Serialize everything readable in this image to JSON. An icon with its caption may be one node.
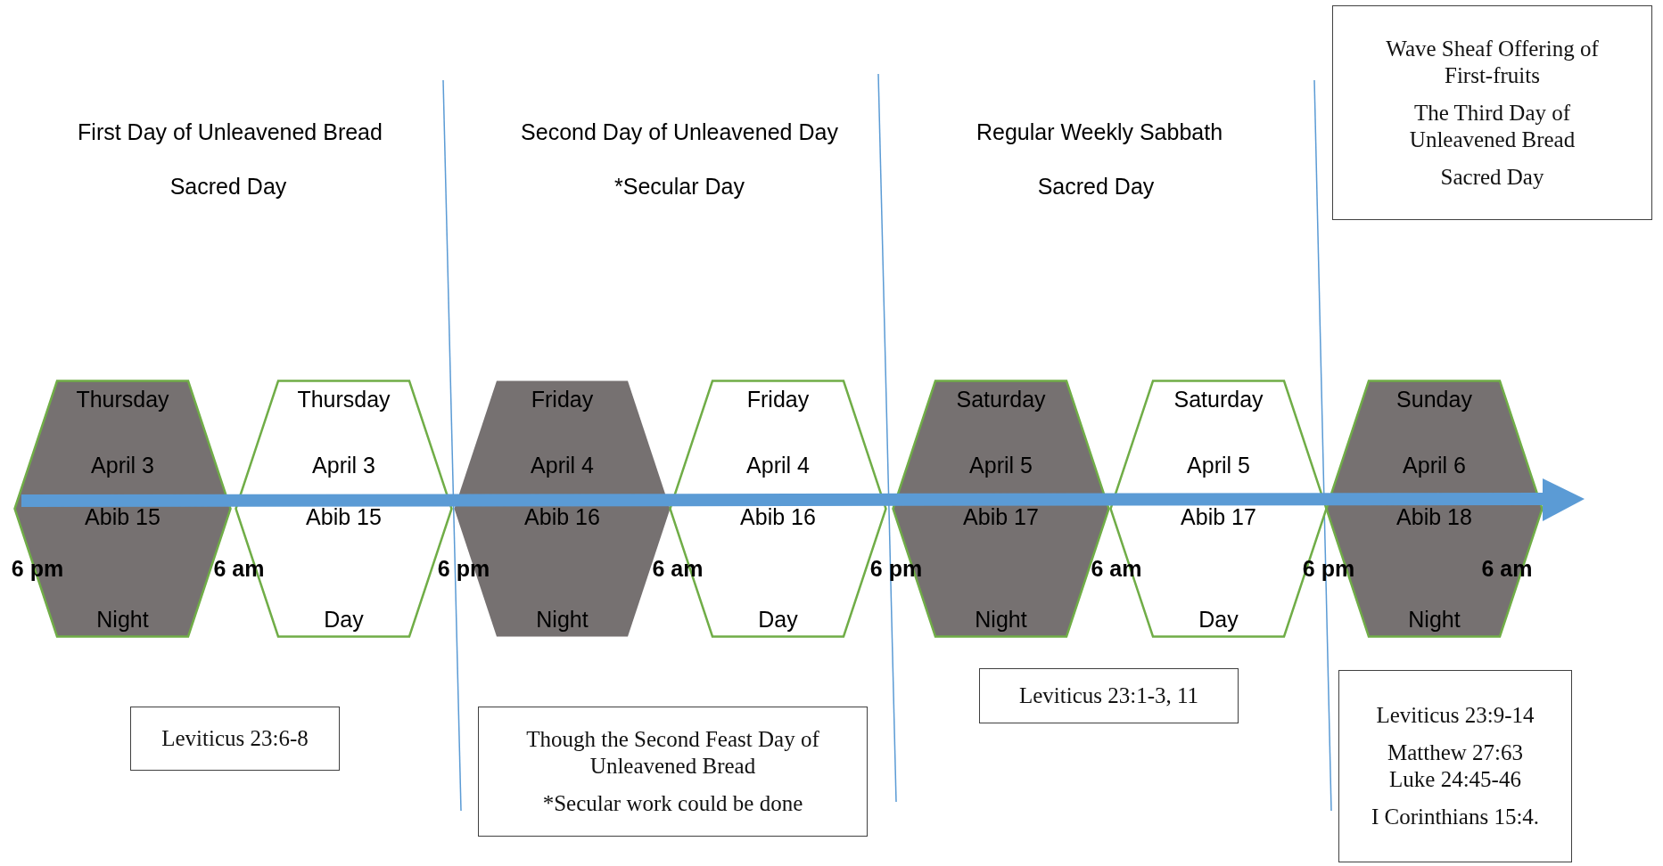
{
  "diagram": {
    "nodes": [
      {
        "text": [
          "Wave Sheaf Offering of First-fruits",
          "The Third Day of Unleavened Bread",
          "Sacred Day"
        ]
      },
      {
        "text": [
          "Thursday",
          "April 3",
          "Abib 15",
          "Night"
        ]
      },
      {
        "text": [
          "Thursday",
          "April 3",
          "Abib 15",
          "Day"
        ]
      },
      {
        "text": [
          "Friday",
          "April 4",
          "Abib 16",
          "Night"
        ]
      },
      {
        "text": [
          "Friday",
          "April 4",
          "Abib 16",
          "Day"
        ]
      },
      {
        "text": [
          "Saturday",
          "April 5",
          "Abib 17",
          "Night"
        ]
      },
      {
        "text": [
          "Saturday",
          "April 5",
          "Abib 17",
          "Day"
        ]
      },
      {
        "text": [
          "Sunday",
          "April 6",
          "Abib 18",
          "Night"
        ]
      },
      {
        "text": [
          "Leviticus 23:6-8"
        ]
      },
      {
        "text": [
          "Though the Second Feast Day of Unleavened Bread",
          "*Secular work could be done"
        ]
      },
      {
        "text": [
          "Leviticus 23:1-3, 11"
        ]
      },
      {
        "text": [
          "Leviticus 23:9-14",
          "Matthew 27:63 Luke 24:45-46",
          "I Corinthians 15:4."
        ]
      }
    ],
    "labels": [
      "First Day of Unleavened Bread",
      "Second Day of Unleavened Day",
      "Regular Weekly Sabbath",
      "Sacred Day",
      "*Secular Day",
      "Sacred Day",
      "6 pm",
      "6 am",
      "6 pm",
      "6 am",
      "6 pm",
      "6 am",
      "6 pm",
      "6 am"
    ]
  }
}
